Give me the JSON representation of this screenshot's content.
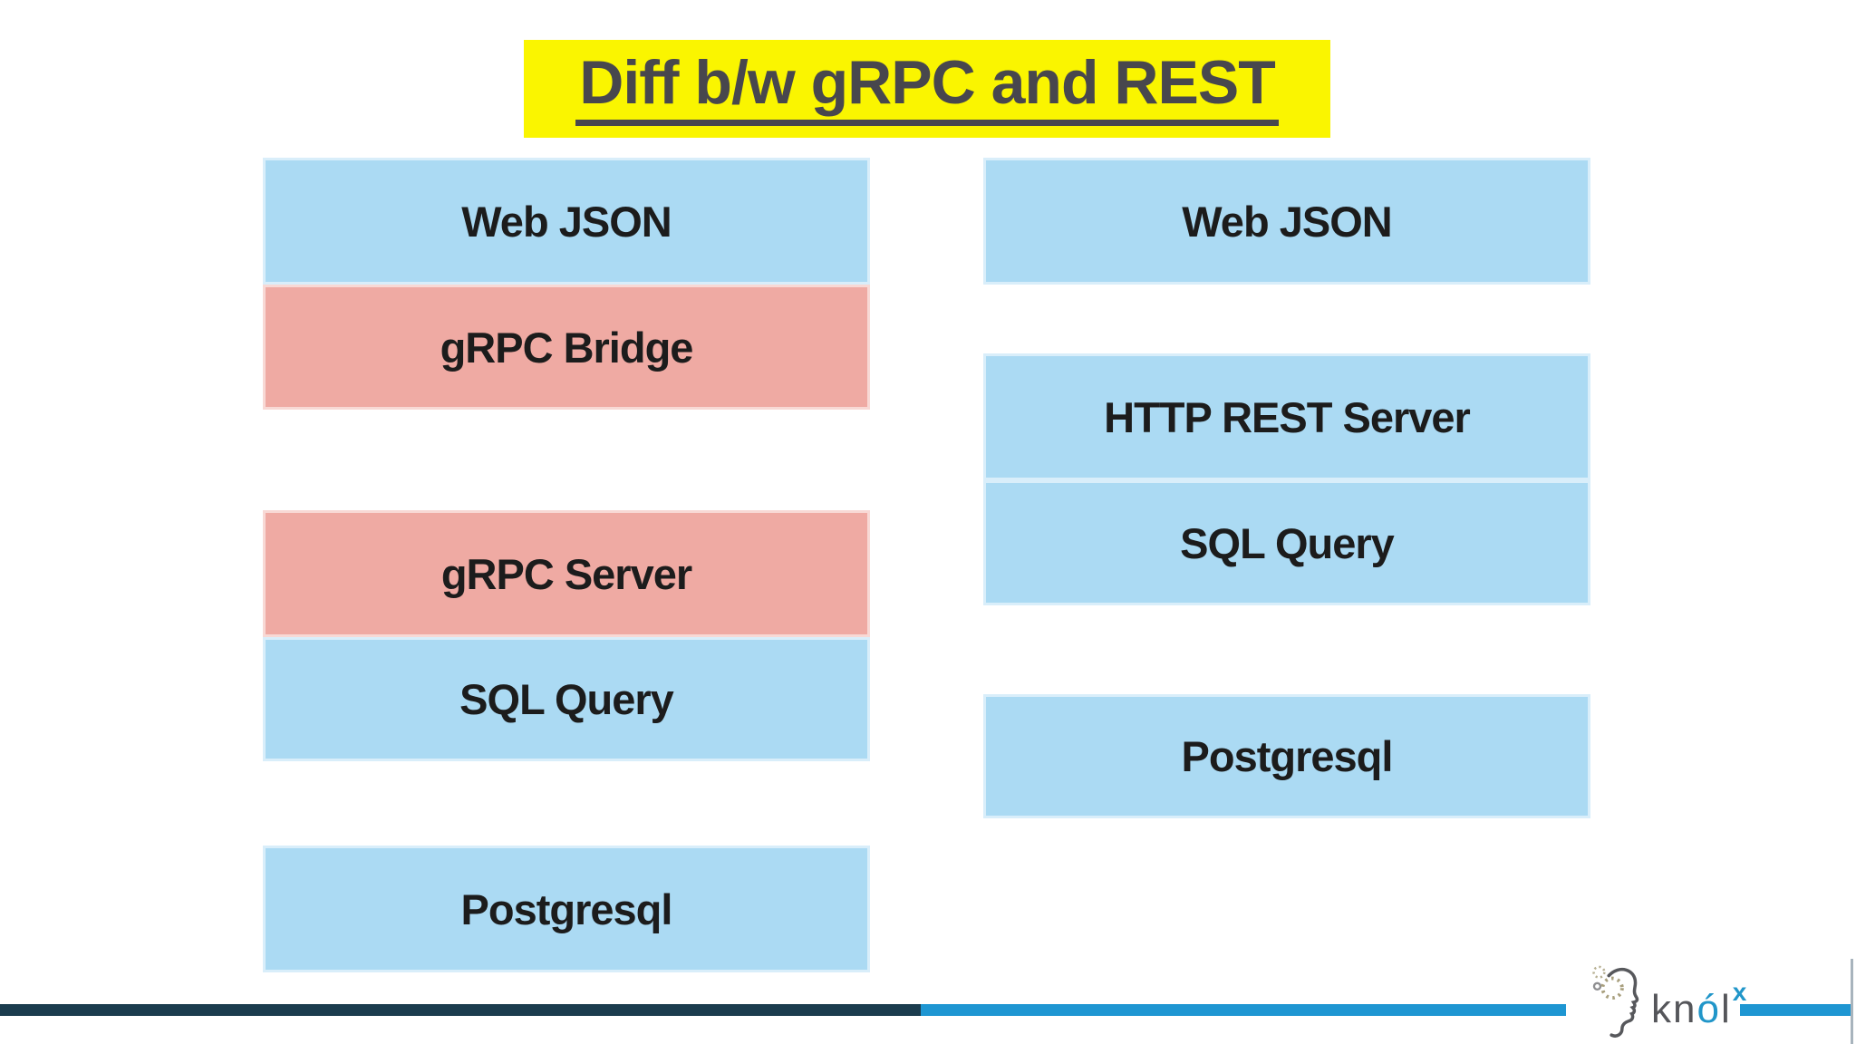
{
  "title": {
    "text": "Diff b/w gRPC and REST"
  },
  "diagram": {
    "grpc_stack": {
      "boxes": [
        {
          "label": "Web JSON",
          "variant": "blue"
        },
        {
          "label": "gRPC Bridge",
          "variant": "pink"
        },
        {
          "label": "gRPC Server",
          "variant": "pink"
        },
        {
          "label": "SQL Query",
          "variant": "blue"
        },
        {
          "label": "Postgresql",
          "variant": "blue"
        }
      ]
    },
    "rest_stack": {
      "boxes": [
        {
          "label": "Web JSON",
          "variant": "blue"
        },
        {
          "label": "HTTP REST Server",
          "variant": "blue"
        },
        {
          "label": "SQL Query",
          "variant": "blue"
        },
        {
          "label": "Postgresql",
          "variant": "blue"
        }
      ]
    }
  },
  "footer": {
    "logo_prefix": "kn",
    "logo_accent": "ó",
    "logo_suffix": "l",
    "logo_sup": "x"
  },
  "colors": {
    "highlight_yellow": "#FAF500",
    "title_text": "#48474D",
    "box_blue": "#ABDAF3",
    "box_pink": "#EFAAA3",
    "box_text": "#1C1C1C",
    "footer_bar_dark": "#1B3C4E",
    "footer_bar_blue": "#1E96D2",
    "logo_gray": "#55565A",
    "logo_blue": "#2196C9",
    "edge_line": "#A8B4BD"
  }
}
